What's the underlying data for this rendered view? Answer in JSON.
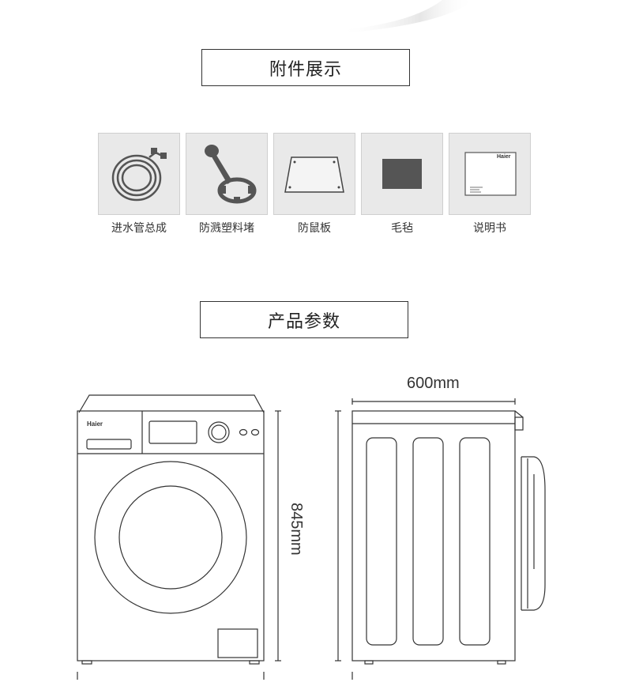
{
  "sections": {
    "accessories_title": "附件展示",
    "params_title": "产品参数"
  },
  "accessories": [
    {
      "label": "进水管总成",
      "icon": "hose-icon"
    },
    {
      "label": "防溅塑料堵",
      "icon": "plastic-plug-icon"
    },
    {
      "label": "防鼠板",
      "icon": "anti-rodent-board-icon"
    },
    {
      "label": "毛毡",
      "icon": "felt-pad-icon"
    },
    {
      "label": "说明书",
      "icon": "manual-icon"
    }
  ],
  "manual_brand": "Haier",
  "washer_brand": "Haier",
  "dimensions": {
    "depth": "600mm",
    "height": "845mm"
  },
  "colors": {
    "line": "#333333",
    "tile_bg": "#e9e9e9",
    "felt": "#555555"
  }
}
